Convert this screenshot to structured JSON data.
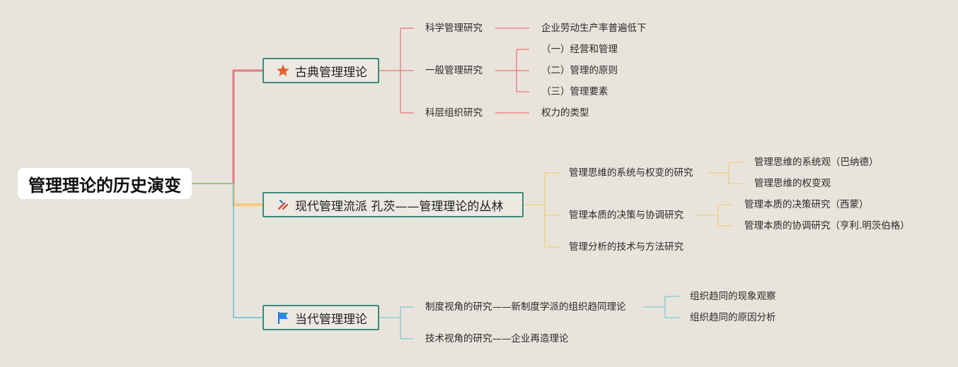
{
  "root": {
    "label": "管理理论的历史演变"
  },
  "colors": {
    "classic": "#e8757a",
    "modern": "#f5cc7a",
    "contemporary": "#7ec8d6",
    "root_link": "#96c87e",
    "box_border": "#3f8a7a"
  },
  "branches": [
    {
      "label": "古典管理理论",
      "icon": "star-icon",
      "children": [
        {
          "label": "科学管理研究",
          "children": [
            {
              "label": "企业劳动生产率普遍低下"
            }
          ]
        },
        {
          "label": "一般管理研究",
          "children": [
            {
              "label": "（一）经营和管理"
            },
            {
              "label": "（二）管理的原则"
            },
            {
              "label": "（三）管理要素"
            }
          ]
        },
        {
          "label": "科层组织研究",
          "children": [
            {
              "label": "权力的类型"
            }
          ]
        }
      ]
    },
    {
      "label": "现代管理流派 孔茨——管理理论的丛林",
      "icon": "tools-icon",
      "children": [
        {
          "label": "管理思维的系统与权变的研究",
          "children": [
            {
              "label": "管理思维的系统观（巴纳德）"
            },
            {
              "label": "管理思维的权变观"
            }
          ]
        },
        {
          "label": "管理本质的决策与协调研究",
          "children": [
            {
              "label": "管理本质的决策研究（西蒙）"
            },
            {
              "label": "管理本质的协调研究（亨利.明茨伯格）"
            }
          ]
        },
        {
          "label": "管理分析的技术与方法研究"
        }
      ]
    },
    {
      "label": "当代管理理论",
      "icon": "flag-icon",
      "children": [
        {
          "label": "制度视角的研究——新制度学派的组织趋同理论",
          "children": [
            {
              "label": "组织趋同的现象观察"
            },
            {
              "label": "组织趋同的原因分析"
            }
          ]
        },
        {
          "label": "技术视角的研究——企业再造理论"
        }
      ]
    }
  ]
}
